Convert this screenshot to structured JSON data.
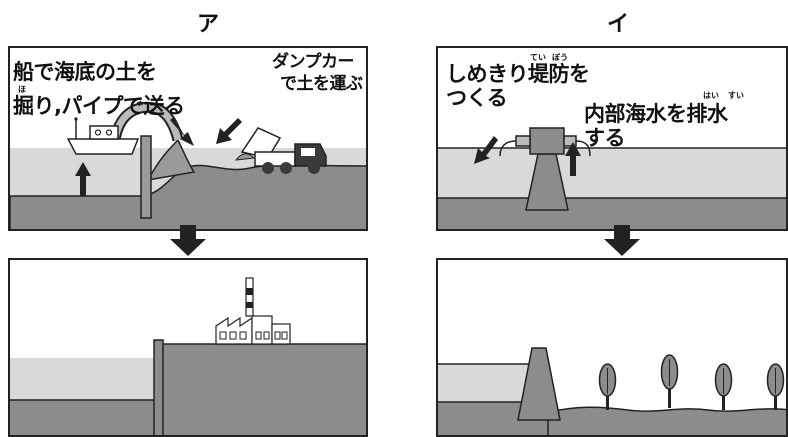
{
  "labels": {
    "left": "ア",
    "right": "イ"
  },
  "left_top": {
    "text_line1": "船で海底の土を",
    "text_line2": "掘り,パイプで送る",
    "ruby_hori": "ほ",
    "truck_line1": "ダンプカー",
    "truck_line2": "で土を運ぶ"
  },
  "right_top": {
    "text_line1": "しめきり堤防を",
    "text_line2": "つくる",
    "ruby_tei": "てい",
    "ruby_bou": "ぼう",
    "pump_line1": "内部海水を排水",
    "pump_line2": "する",
    "ruby_hai": "はい",
    "ruby_sui": "すい"
  },
  "colors": {
    "sea": "#d9d9d9",
    "ground": "#8c8c8c",
    "dark": "#3a3a3a"
  }
}
